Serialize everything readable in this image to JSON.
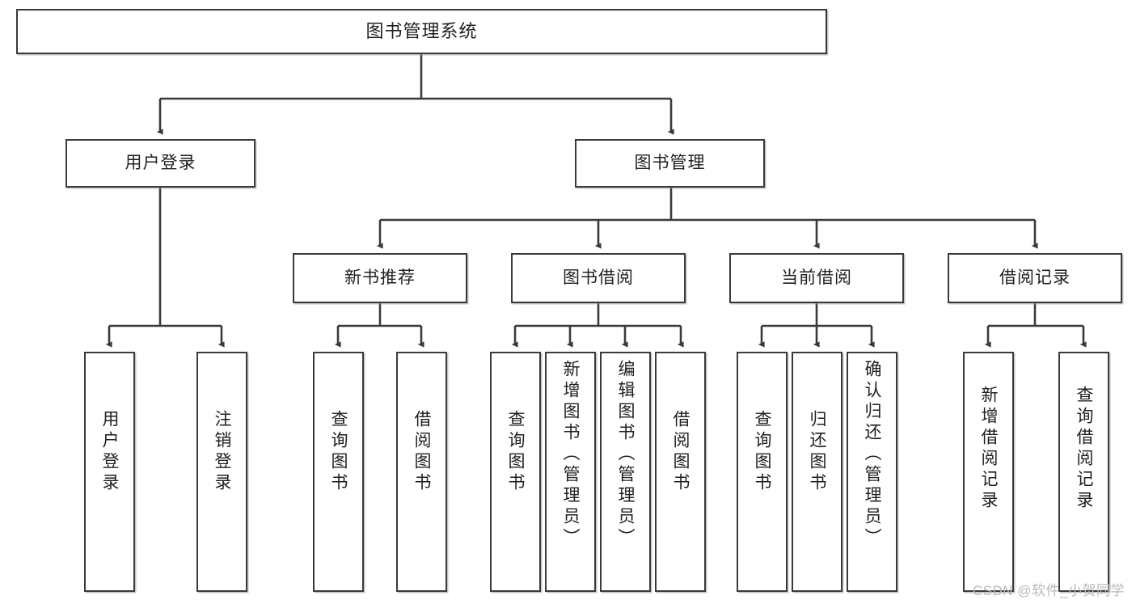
{
  "diagram": {
    "type": "tree-hierarchy-chart",
    "title_node": {
      "label": "图书管理系统"
    },
    "level2": [
      {
        "id": "user-login",
        "label": "用户登录"
      },
      {
        "id": "book-management",
        "label": "图书管理"
      }
    ],
    "level3": [
      {
        "id": "new-book-recommend",
        "label": "新书推荐",
        "parent": "book-management"
      },
      {
        "id": "book-borrow",
        "label": "图书借阅",
        "parent": "book-management"
      },
      {
        "id": "current-borrow",
        "label": "当前借阅",
        "parent": "book-management"
      },
      {
        "id": "borrow-record",
        "label": "借阅记录",
        "parent": "book-management"
      }
    ],
    "leaves": [
      {
        "id": "leaf-user-login",
        "label": "用户登录",
        "parent": "user-login"
      },
      {
        "id": "leaf-logout-login",
        "label": "注销登录",
        "parent": "user-login"
      },
      {
        "id": "leaf-query-book-1",
        "label": "查询图书",
        "parent": "new-book-recommend"
      },
      {
        "id": "leaf-borrow-book-1",
        "label": "借阅图书",
        "parent": "new-book-recommend"
      },
      {
        "id": "leaf-query-book-2",
        "label": "查询图书",
        "parent": "book-borrow"
      },
      {
        "id": "leaf-add-book",
        "label": "新增图书（管理员）",
        "parent": "book-borrow"
      },
      {
        "id": "leaf-edit-book",
        "label": "编辑图书（管理员）",
        "parent": "book-borrow"
      },
      {
        "id": "leaf-borrow-book-2",
        "label": "借阅图书",
        "parent": "book-borrow"
      },
      {
        "id": "leaf-query-book-3",
        "label": "查询图书",
        "parent": "current-borrow"
      },
      {
        "id": "leaf-return-book",
        "label": "归还图书",
        "parent": "current-borrow"
      },
      {
        "id": "leaf-confirm-return",
        "label": "确认归还（管理员）",
        "parent": "current-borrow"
      },
      {
        "id": "leaf-add-borrow-record",
        "label": "新增借阅记录",
        "parent": "borrow-record"
      },
      {
        "id": "leaf-query-borrow-record",
        "label": "查询借阅记录",
        "parent": "borrow-record"
      }
    ],
    "colors": {
      "stroke": "#3a3a3a",
      "fill": "#ffffff",
      "text": "#1f1f1f",
      "watermark": "#b9b9b9"
    }
  },
  "watermark": {
    "text": "CSDN @软件_小贺同学"
  }
}
